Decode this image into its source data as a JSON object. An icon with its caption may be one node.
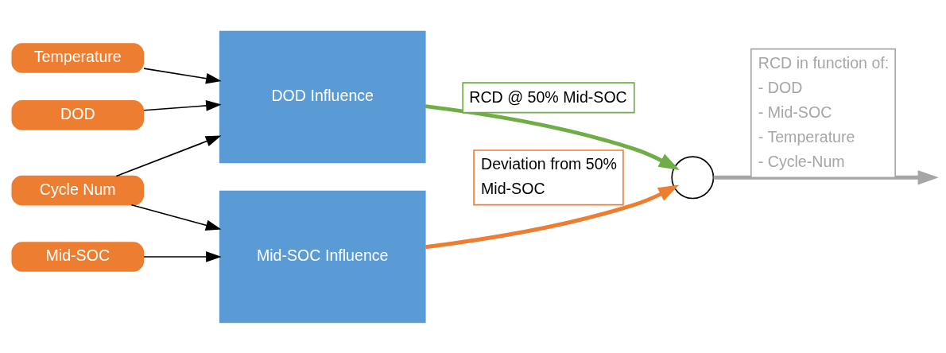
{
  "diagram": {
    "nodes": [
      {
        "text": [
          "DOD"
        ]
      },
      {
        "text": [
          "Temperature"
        ]
      },
      {
        "text": [
          "Cycle Num"
        ]
      },
      {
        "text": [
          "Mid-SOC"
        ]
      },
      {
        "text": [
          "DOD Influence"
        ]
      },
      {
        "text": [
          "Mid-SOC Influence"
        ]
      },
      {
        "text": [],
        "shape": "circle"
      }
    ],
    "edges": [
      {
        "from": 0,
        "to": 4,
        "arrow": "to"
      },
      {
        "from": 1,
        "to": 4,
        "arrow": "to"
      },
      {
        "from": 2,
        "to": 4,
        "arrow": "to"
      },
      {
        "from": 2,
        "to": 5,
        "arrow": "to"
      },
      {
        "from": 3,
        "to": 5,
        "arrow": "to"
      },
      {
        "from": 4,
        "to": 6,
        "arrow": "to",
        "label": "RCD @ 50% Mid-SOC",
        "style": "thick",
        "color": "#70ad47"
      },
      {
        "from": 5,
        "to": 6,
        "arrow": "to",
        "label": "Deviation from 50% Mid-SOC",
        "style": "thick",
        "color": "#ed7d31"
      },
      {
        "from": 6,
        "to": null,
        "arrow": "to",
        "label": "RCD in function of: - DOD - Mid-SOC - Temperature - Cycle-Num",
        "style": "thick",
        "color": "#a6a6a6"
      }
    ]
  }
}
